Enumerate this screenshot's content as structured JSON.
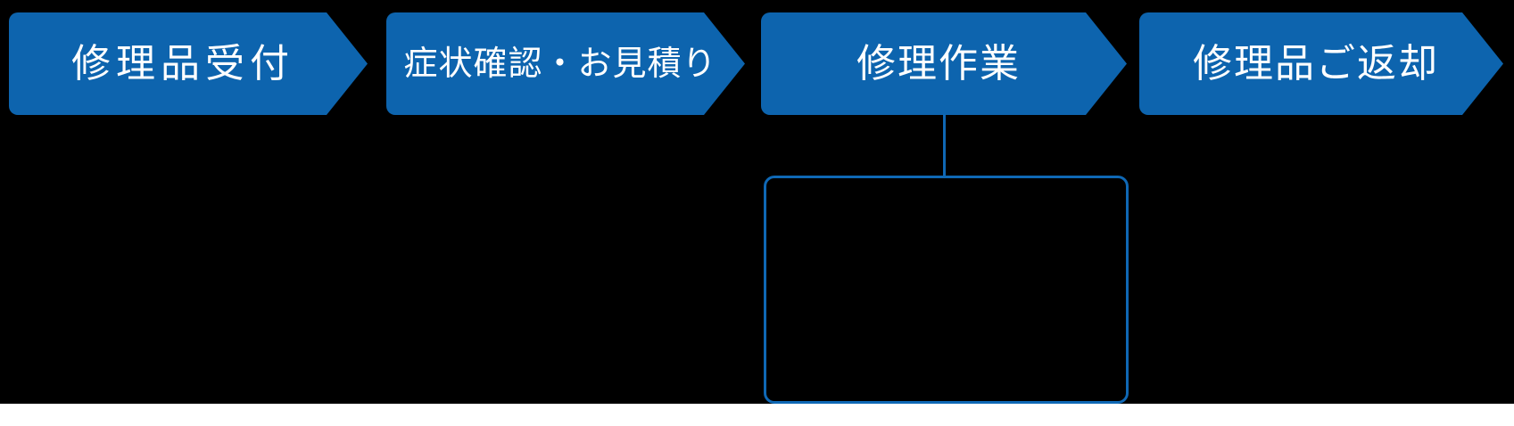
{
  "diagram": {
    "steps": [
      {
        "label": "修理品受付"
      },
      {
        "label": "症状確認・お見積り"
      },
      {
        "label": "修理作業"
      },
      {
        "label": "修理品ご返却"
      }
    ],
    "callout": {
      "text": ""
    }
  },
  "colors": {
    "arrow_fill": "#0d64ae",
    "connector": "#0f68b5",
    "box_border": "#0f68b5",
    "label_text": "#ffffff",
    "background": "#000000",
    "bottom_strip": "#ffffff"
  }
}
